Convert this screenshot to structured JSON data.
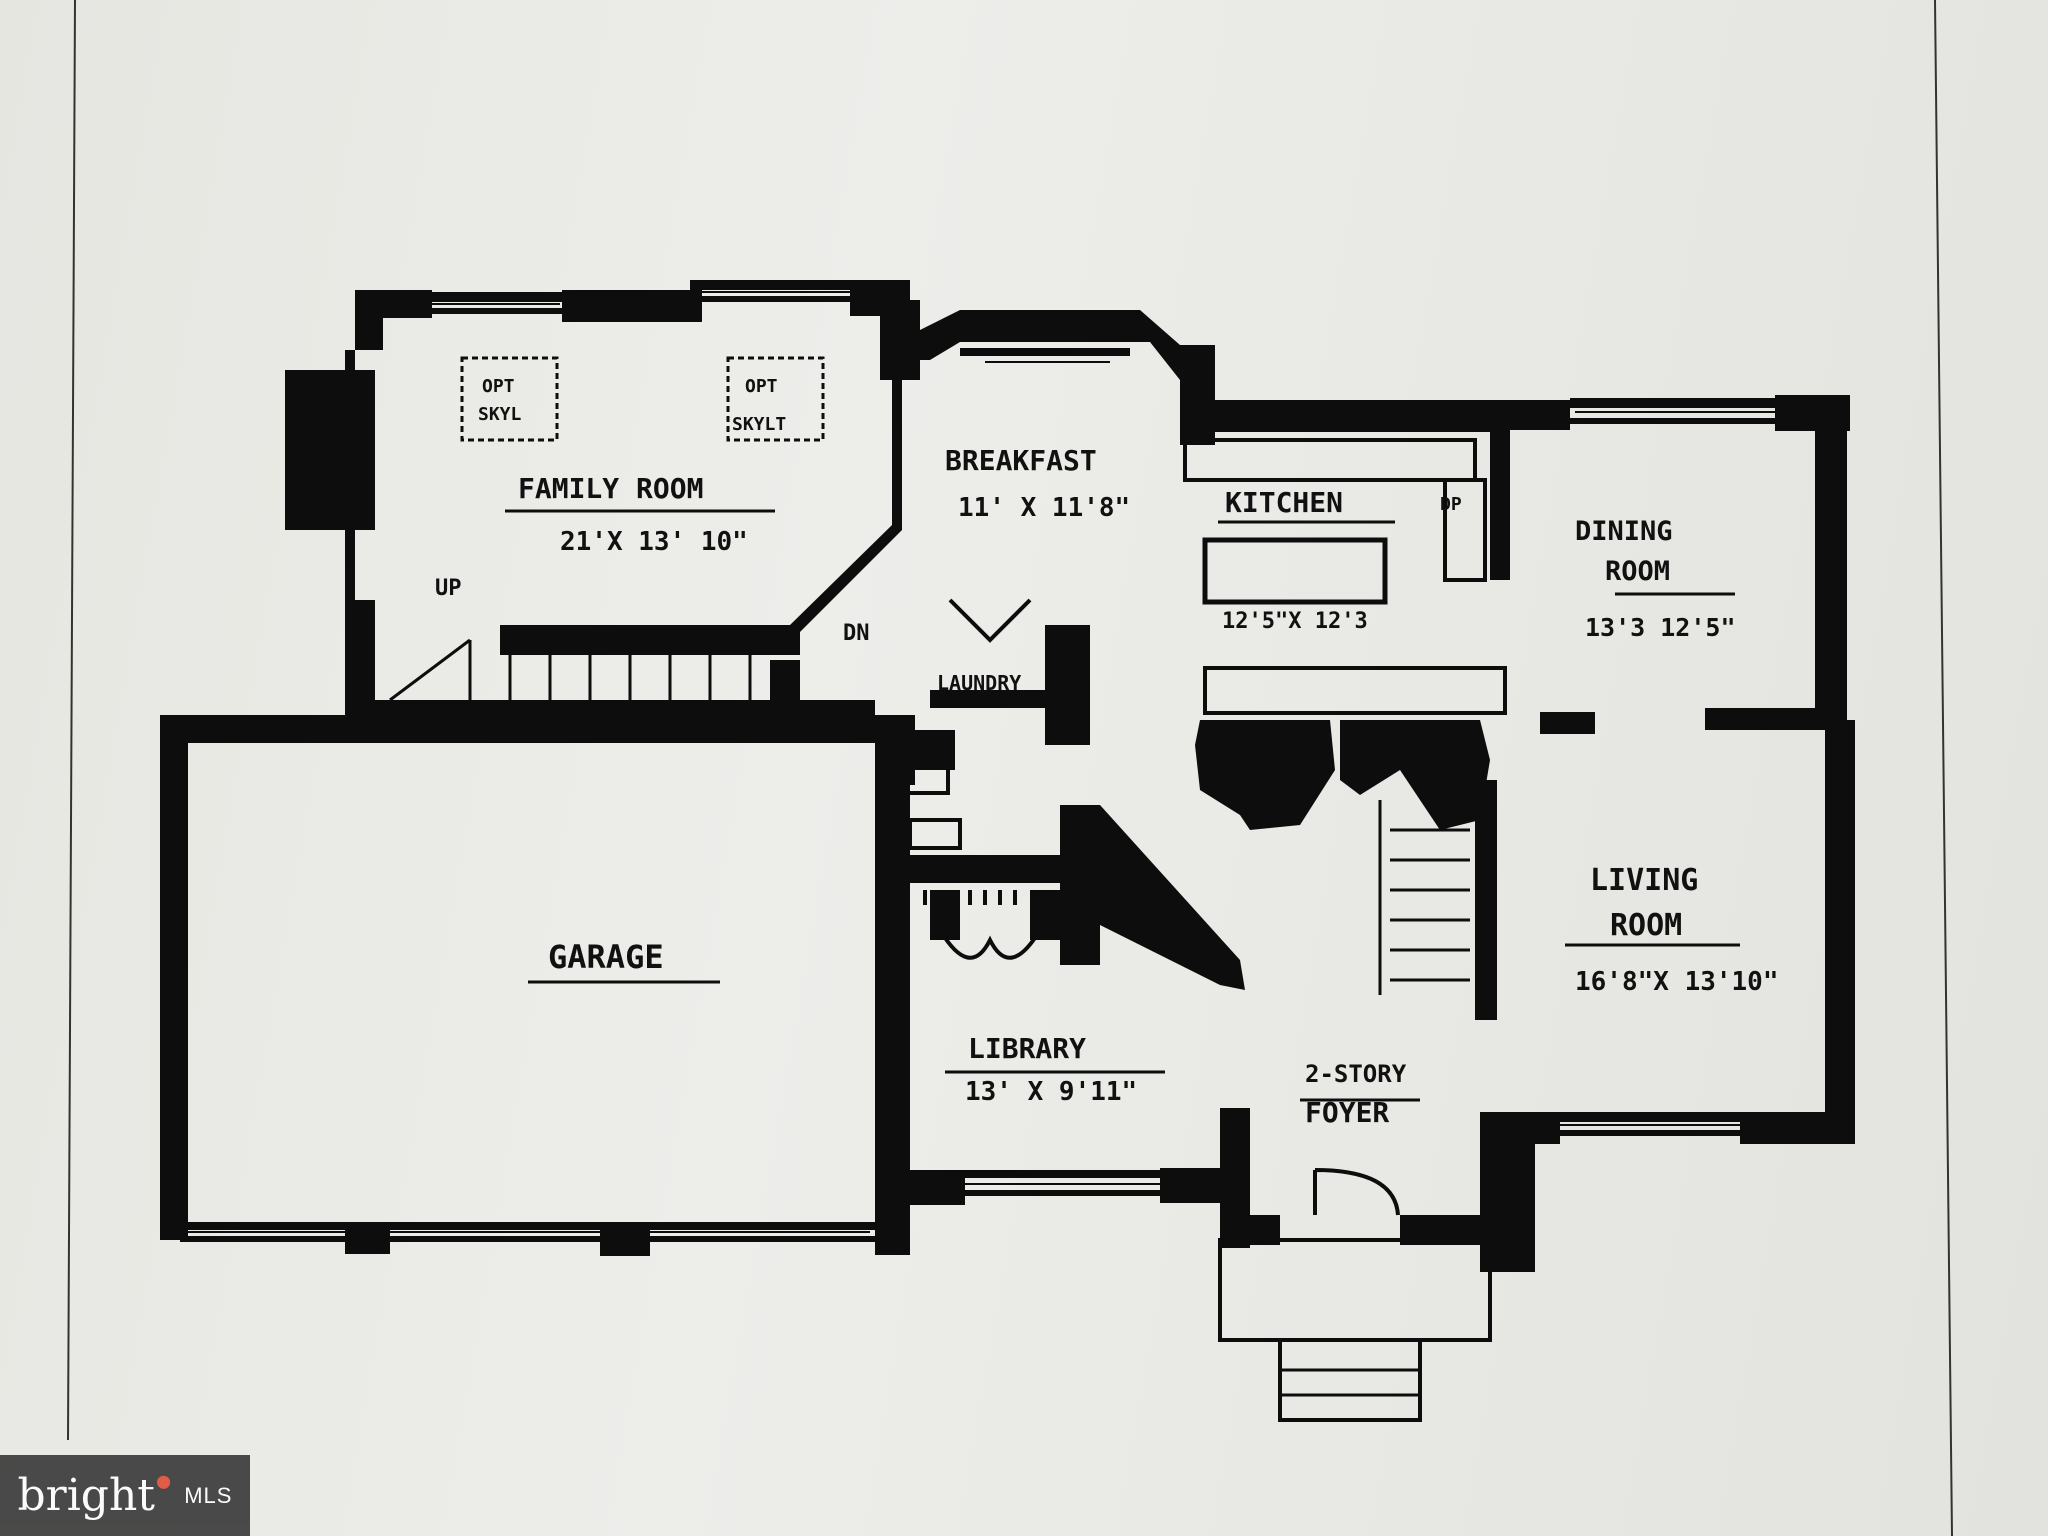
{
  "rooms": {
    "family_room": {
      "name": "FAMILY ROOM",
      "dims": "21'X 13' 10\""
    },
    "breakfast": {
      "name": "BREAKFAST",
      "dims": "11' X 11'8\""
    },
    "kitchen": {
      "name": "KITCHEN",
      "dims": "12'5\"X 12'3"
    },
    "dining_room": {
      "name_line1": "DINING",
      "name_line2": "ROOM",
      "dims": "13'3 12'5\""
    },
    "living_room": {
      "name_line1": "LIVING",
      "name_line2": "ROOM",
      "dims": "16'8\"X 13'10\""
    },
    "garage": {
      "name": "GARAGE"
    },
    "library": {
      "name": "LIBRARY",
      "dims": "13' X 9'11\""
    },
    "foyer": {
      "name_line1": "2-STORY",
      "name_line2": "FOYER"
    },
    "laundry": {
      "name": "LAUNDRY"
    }
  },
  "annotations": {
    "opt_skyl": {
      "line1": "OPT",
      "line2": "SKYL"
    },
    "opt_skylt": {
      "line1": "OPT",
      "line2": "SKYLT"
    },
    "up": "UP",
    "dn": "DN",
    "dp": "DP"
  },
  "watermark": {
    "brand": "bright",
    "suffix": "MLS"
  },
  "colors": {
    "ink": "#0d0d0d",
    "paper": "#ebebe7",
    "watermark_bg": "#2e2e2e",
    "watermark_accent": "#e0442b"
  }
}
